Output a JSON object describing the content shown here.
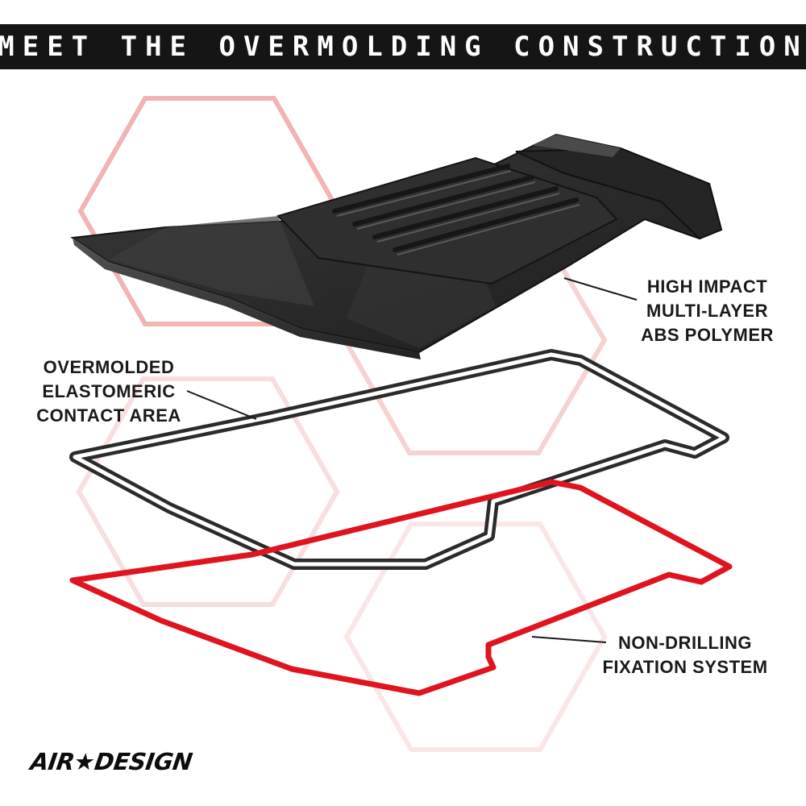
{
  "header": {
    "title": "MEET THE OVERMOLDING CONSTRUCTION"
  },
  "callouts": {
    "abs_polymer": {
      "line1": "HIGH IMPACT",
      "line2": "MULTI-LAYER",
      "line3": "ABS POLYMER"
    },
    "elastomeric": {
      "line1": "OVERMOLDED",
      "line2": "ELASTOMERIC",
      "line3": "CONTACT AREA"
    },
    "fixation": {
      "line1": "NON-DRILLING",
      "line2": "FIXATION SYSTEM"
    }
  },
  "logo": {
    "text": "AIR★DESIGN"
  },
  "colors": {
    "header_band": "#151515",
    "header_text": "#ffffff",
    "part_body": "#2a2a2a",
    "elastomer_outline": "#2b2b2b",
    "fixation_outline": "#e0141e",
    "hexagon_tint": "#f3b8b8"
  }
}
